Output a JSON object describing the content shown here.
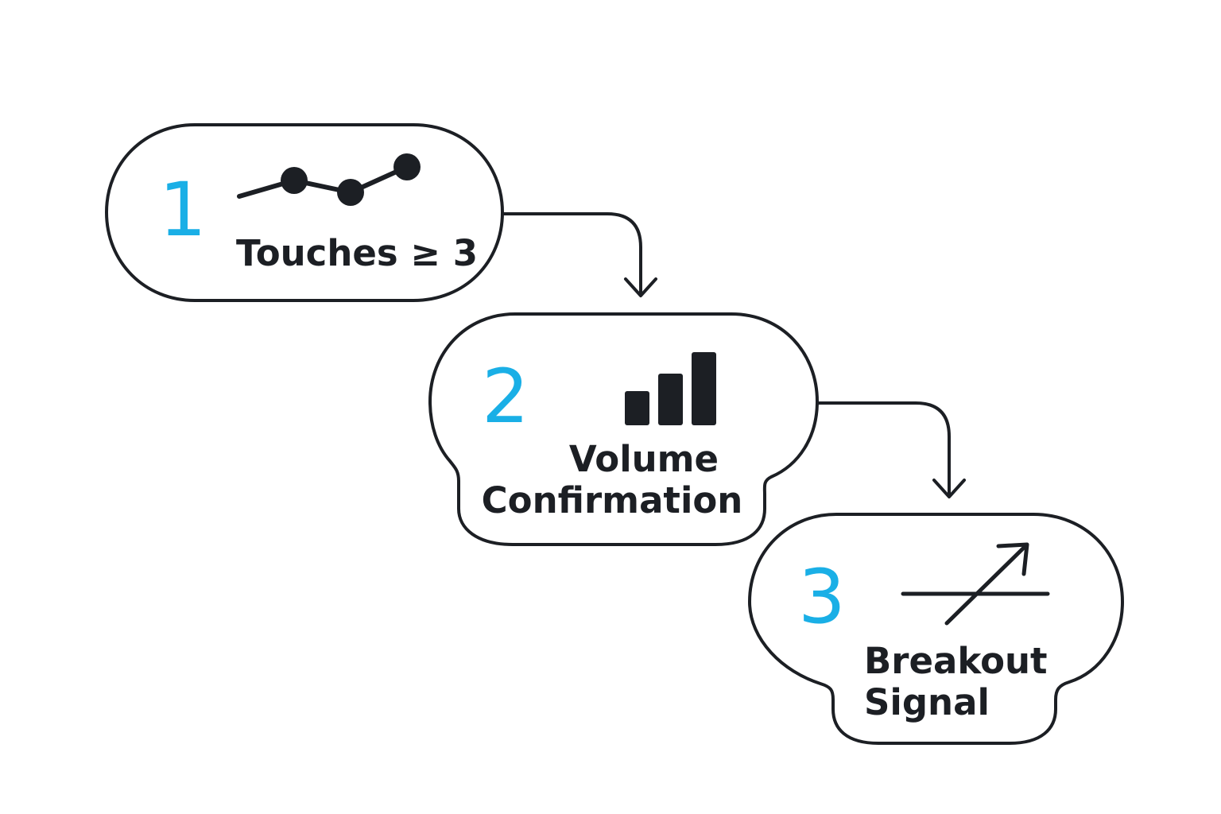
{
  "colors": {
    "accent": "#1AAFE6",
    "ink": "#1C1F24",
    "background": "#FFFFFF"
  },
  "steps": [
    {
      "number": "1",
      "label_lines": [
        "Touches ≥ 3"
      ],
      "icon": "connected-dots-trend-icon"
    },
    {
      "number": "2",
      "label_lines": [
        "Volume",
        "Confirmation"
      ],
      "icon": "bar-chart-signal-icon"
    },
    {
      "number": "3",
      "label_lines": [
        "Breakout",
        "Signal"
      ],
      "icon": "breakout-arrow-icon"
    }
  ],
  "connectors": [
    {
      "from": "1",
      "to": "2"
    },
    {
      "from": "2",
      "to": "3"
    }
  ]
}
